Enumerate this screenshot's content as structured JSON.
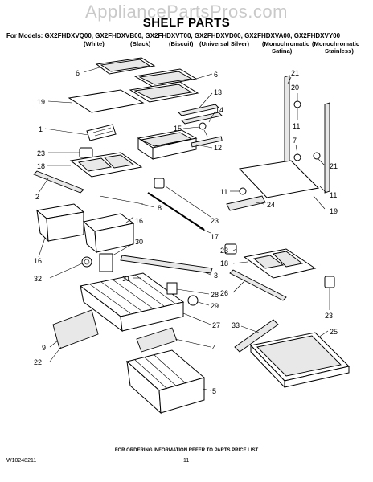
{
  "watermark": "AppliancePartsPros.com",
  "title": "SHELF PARTS",
  "models_line": "For Models: GX2FHDXVQ00, GX2FHDXVB00, GX2FHDXVT00, GX2FHDXVD00, GX2FHDXVA00, GX2FHDXVY00",
  "variants": {
    "white": "(White)",
    "black": "(Black)",
    "biscuit": "(Biscuit)",
    "universal_silver": "(Universal Silver)",
    "mono_satina_1": "(Monochromatic",
    "mono_satina_2": "Satina)",
    "mono_stainless_1": "(Monochromatic",
    "mono_stainless_2": "Stainless)"
  },
  "footer": "FOR ORDERING INFORMATION REFER TO PARTS PRICE LIST",
  "doc_number": "W10248211",
  "page_number": "11",
  "callouts": [
    "6",
    "6",
    "19",
    "13",
    "1",
    "14",
    "15",
    "12",
    "23",
    "18",
    "21",
    "20",
    "11",
    "7",
    "21",
    "11",
    "19",
    "11",
    "24",
    "2",
    "8",
    "23",
    "16",
    "16",
    "17",
    "30",
    "3",
    "18",
    "23",
    "26",
    "32",
    "31",
    "28",
    "29",
    "23",
    "33",
    "25",
    "27",
    "9",
    "22",
    "4",
    "5"
  ]
}
